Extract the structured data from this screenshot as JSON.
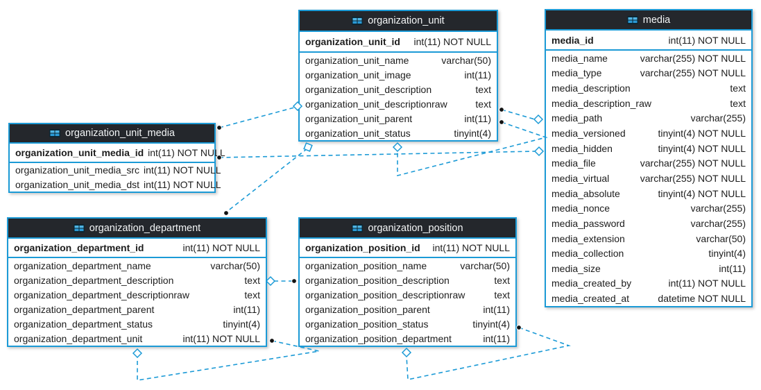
{
  "diagram": {
    "accent_color": "#1b9ad6",
    "header_bg": "#24272c"
  },
  "tables": [
    {
      "id": "organization_unit",
      "title": "organization_unit",
      "pk": {
        "name": "organization_unit_id",
        "type": "int(11) NOT NULL"
      },
      "fields": [
        {
          "name": "organization_unit_name",
          "type": "varchar(50)"
        },
        {
          "name": "organization_unit_image",
          "type": "int(11)"
        },
        {
          "name": "organization_unit_description",
          "type": "text"
        },
        {
          "name": "organization_unit_descriptionraw",
          "type": "text"
        },
        {
          "name": "organization_unit_parent",
          "type": "int(11)"
        },
        {
          "name": "organization_unit_status",
          "type": "tinyint(4)"
        }
      ]
    },
    {
      "id": "media",
      "title": "media",
      "pk": {
        "name": "media_id",
        "type": "int(11) NOT NULL"
      },
      "fields": [
        {
          "name": "media_name",
          "type": "varchar(255) NOT NULL"
        },
        {
          "name": "media_type",
          "type": "varchar(255) NOT NULL"
        },
        {
          "name": "media_description",
          "type": "text"
        },
        {
          "name": "media_description_raw",
          "type": "text"
        },
        {
          "name": "media_path",
          "type": "varchar(255)"
        },
        {
          "name": "media_versioned",
          "type": "tinyint(4) NOT NULL"
        },
        {
          "name": "media_hidden",
          "type": "tinyint(4) NOT NULL"
        },
        {
          "name": "media_file",
          "type": "varchar(255) NOT NULL"
        },
        {
          "name": "media_virtual",
          "type": "varchar(255) NOT NULL"
        },
        {
          "name": "media_absolute",
          "type": "tinyint(4) NOT NULL"
        },
        {
          "name": "media_nonce",
          "type": "varchar(255)"
        },
        {
          "name": "media_password",
          "type": "varchar(255)"
        },
        {
          "name": "media_extension",
          "type": "varchar(50)"
        },
        {
          "name": "media_collection",
          "type": "tinyint(4)"
        },
        {
          "name": "media_size",
          "type": "int(11)"
        },
        {
          "name": "media_created_by",
          "type": "int(11) NOT NULL"
        },
        {
          "name": "media_created_at",
          "type": "datetime NOT NULL"
        }
      ]
    },
    {
      "id": "organization_unit_media",
      "title": "organization_unit_media",
      "pk": {
        "name": "organization_unit_media_id",
        "type": "int(11) NOT NULL"
      },
      "fields": [
        {
          "name": "organization_unit_media_src",
          "type": "int(11) NOT NULL"
        },
        {
          "name": "organization_unit_media_dst",
          "type": "int(11) NOT NULL"
        }
      ]
    },
    {
      "id": "organization_department",
      "title": "organization_department",
      "pk": {
        "name": "organization_department_id",
        "type": "int(11) NOT NULL"
      },
      "fields": [
        {
          "name": "organization_department_name",
          "type": "varchar(50)"
        },
        {
          "name": "organization_department_description",
          "type": "text"
        },
        {
          "name": "organization_department_descriptionraw",
          "type": "text"
        },
        {
          "name": "organization_department_parent",
          "type": "int(11)"
        },
        {
          "name": "organization_department_status",
          "type": "tinyint(4)"
        },
        {
          "name": "organization_department_unit",
          "type": "int(11) NOT NULL"
        }
      ]
    },
    {
      "id": "organization_position",
      "title": "organization_position",
      "pk": {
        "name": "organization_position_id",
        "type": "int(11) NOT NULL"
      },
      "fields": [
        {
          "name": "organization_position_name",
          "type": "varchar(50)"
        },
        {
          "name": "organization_position_description",
          "type": "text"
        },
        {
          "name": "organization_position_descriptionraw",
          "type": "text"
        },
        {
          "name": "organization_position_parent",
          "type": "int(11)"
        },
        {
          "name": "organization_position_status",
          "type": "tinyint(4)"
        },
        {
          "name": "organization_position_department",
          "type": "int(11)"
        }
      ]
    }
  ],
  "relations": [
    {
      "id": "organization_unit_media-organization_unit"
    },
    {
      "id": "organization_unit_media-media"
    },
    {
      "id": "organization_unit-media"
    },
    {
      "id": "organization_unit-self"
    },
    {
      "id": "organization_department-organization_unit"
    },
    {
      "id": "organization_position-organization_department"
    },
    {
      "id": "organization_department-self"
    },
    {
      "id": "organization_position-self"
    }
  ]
}
